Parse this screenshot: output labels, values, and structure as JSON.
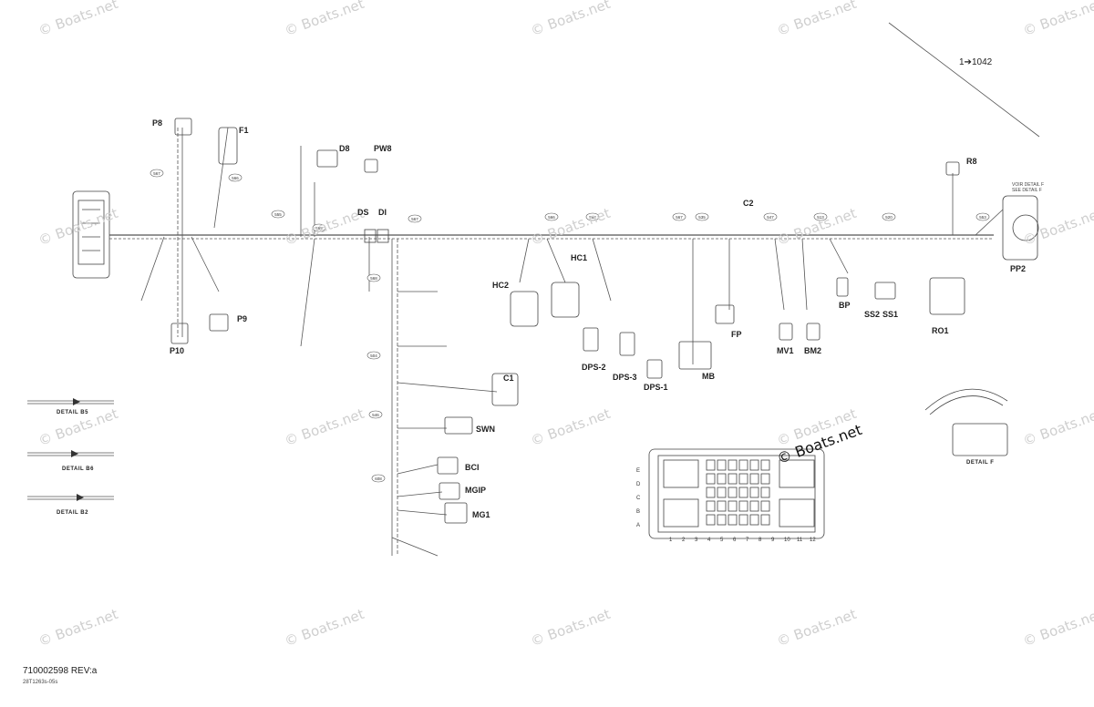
{
  "watermark": "© Boats.net",
  "logo_text": "© Boats.net",
  "reference_arrow": "1➔1042",
  "footer": {
    "drawing_number": "710002598 REV:a",
    "sheet_code": "28T1263s-05s"
  },
  "connectors": {
    "P8": "P8",
    "F1": "F1",
    "P10": "P10",
    "D8": "D8",
    "PW8": "PW8",
    "DS": "DS",
    "DI": "DI",
    "C2": "C2",
    "R8": "R8",
    "PP2": "PP2",
    "HC2": "HC2",
    "HC1": "HC1",
    "FP": "FP",
    "C1": "C1",
    "P9": "P9",
    "DPS2": "DPS-2",
    "DPS3": "DPS-3",
    "DPS1": "DPS-1",
    "MB": "MB",
    "BP": "BP",
    "SS2": "SS2",
    "SS1": "SS1",
    "RO1": "RO1",
    "MV1": "MV1",
    "BM2": "BM2",
    "SWN": "SWN",
    "BCI": "BCI",
    "MGIP": "MGIP",
    "MG1": "MG1"
  },
  "details": {
    "d85": "DETAIL B5",
    "d86": "DETAIL B6",
    "d82": "DETAIL B2",
    "dF": "DETAIL F"
  },
  "see_detail": "VOIR DETAIL F\nSEE DETAIL F",
  "module_rows": [
    "E",
    "D",
    "C",
    "B",
    "A"
  ],
  "module_cols": [
    "1",
    "2",
    "3",
    "4",
    "5",
    "6",
    "7",
    "8",
    "9",
    "10",
    "11",
    "12"
  ],
  "wire_numbers": [
    "567",
    "566",
    "555",
    "568",
    "567",
    "566",
    "568",
    "567",
    "535",
    "547",
    "513",
    "520",
    "553",
    "568",
    "504",
    "546",
    "608"
  ],
  "colors": {
    "line": "#555555",
    "watermark": "#cfcfcf",
    "text": "#222222"
  }
}
